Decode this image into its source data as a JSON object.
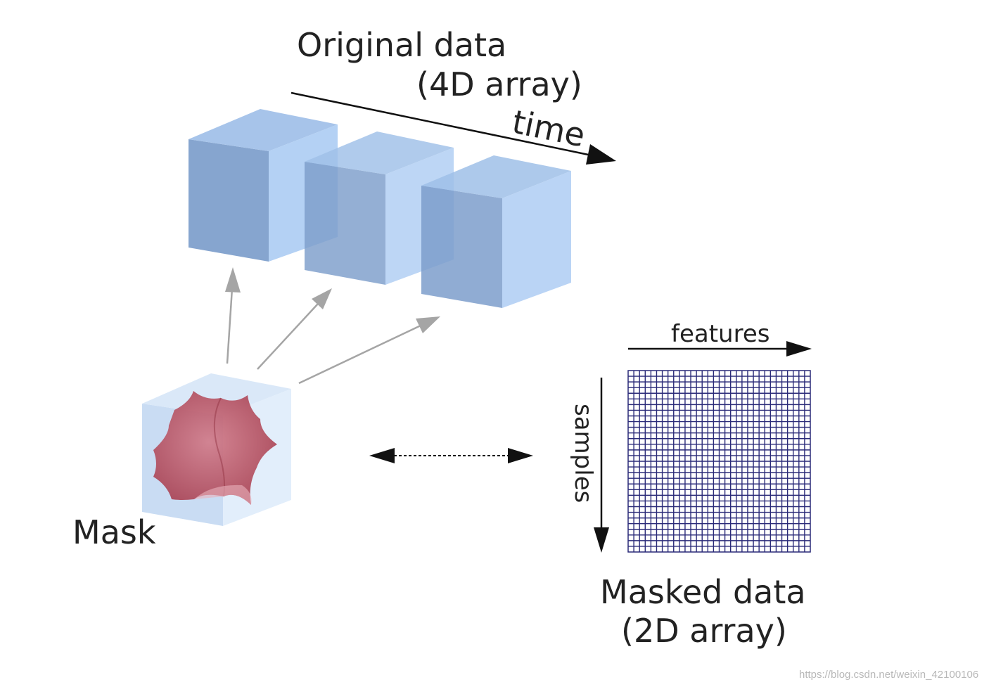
{
  "labels": {
    "original_line1": "Original data",
    "original_line2": "(4D array)",
    "time": "time",
    "features": "features",
    "samples": "samples",
    "mask": "Mask",
    "masked_line1": "Masked data",
    "masked_line2": "(2D array)",
    "watermark": "https://blog.csdn.net/weixin_42100106"
  },
  "colors": {
    "cube_front": "#7c9dcb",
    "cube_top": "#9fbfe8",
    "cube_right": "#aecdf3",
    "mask_cube": "#c9dcf3",
    "mask_shape": "#b94b5c",
    "grid_line": "#2a2a78",
    "arrow_gray": "#a5a5a5",
    "arrow_black": "#111111",
    "text": "#222222"
  },
  "grid": {
    "rows": 32,
    "cols": 32
  }
}
